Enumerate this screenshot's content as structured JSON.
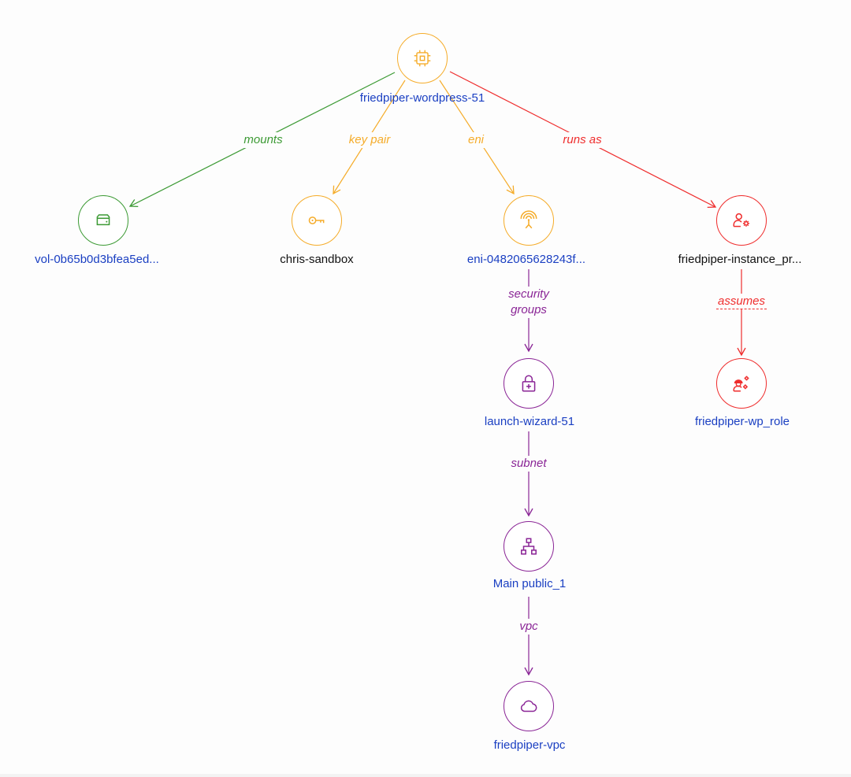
{
  "graph": {
    "nodes": {
      "instance": {
        "label": "friedpiper-wordpress-51",
        "icon": "cpu-chip-icon",
        "color": "#f5ac2a"
      },
      "volume": {
        "label": "vol-0b65b0d3bfea5ed...",
        "icon": "hard-drive-icon",
        "color": "#3c9a34"
      },
      "keypair": {
        "label": "chris-sandbox",
        "icon": "key-icon",
        "color": "#f5ac2a"
      },
      "eni": {
        "label": "eni-0482065628243f...",
        "icon": "antenna-icon",
        "color": "#f5ac2a"
      },
      "instance_profile": {
        "label": "friedpiper-instance_pr...",
        "icon": "user-gear-icon",
        "color": "#ef2d2d"
      },
      "security_group": {
        "label": "launch-wizard-51",
        "icon": "lock-plus-icon",
        "color": "#8a2596"
      },
      "role": {
        "label": "friedpiper-wp_role",
        "icon": "role-gears-icon",
        "color": "#ef2d2d"
      },
      "subnet": {
        "label": "Main public_1",
        "icon": "network-hierarchy-icon",
        "color": "#8a2596"
      },
      "vpc": {
        "label": "friedpiper-vpc",
        "icon": "cloud-icon",
        "color": "#8a2596"
      }
    },
    "edges": {
      "mounts": "mounts",
      "key_pair": "key pair",
      "eni": "eni",
      "runs_as": "runs as",
      "security_groups_line1": "security",
      "security_groups_line2": "groups",
      "assumes": "assumes",
      "subnet": "subnet",
      "vpc": "vpc"
    }
  }
}
